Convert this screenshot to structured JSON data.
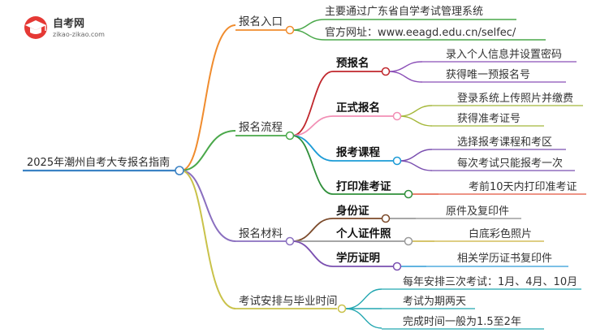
{
  "logo": {
    "title": "自考网",
    "subtitle": "zikao-zikao.com",
    "icon": "graduation-cap-icon"
  },
  "root": {
    "label": "2025年潮州自考大专报名指南"
  },
  "colors": {
    "root": "#3b82c4",
    "entry": "#f08c2e",
    "entry_leaf": "#4aa84a",
    "process": "#4aa84a",
    "pre": "#c0262c",
    "pre_leaf": "#8b4fb7",
    "formal": "#f28fb5",
    "formal_leaf": "#a5b83a",
    "course": "#1c9bd6",
    "course_leaf": "#7a4fb0",
    "print": "#2f8f3a",
    "print_leaf": "#e2553f",
    "materials": "#8a6fbf",
    "id": "#7b4a2a",
    "id_leaf": "#8a8a8a",
    "personal": "#9a9a9a",
    "personal_leaf": "#c9b13a",
    "edu": "#7a4fb0",
    "edu_leaf": "#2d9ad6",
    "schedule": "#c9c24a",
    "schedule_leaf": "#21a6b0"
  },
  "branches": {
    "entry": {
      "label": "报名入口",
      "items": [
        "主要通过广东省自学考试管理系统",
        "官方网址：www.eeagd.edu.cn/selfec/"
      ]
    },
    "process": {
      "label": "报名流程",
      "pre": {
        "label": "预报名",
        "items": [
          "录入个人信息并设置密码",
          "获得唯一预报名号"
        ]
      },
      "formal": {
        "label": "正式报名",
        "items": [
          "登录系统上传照片并缴费",
          "获得准考证号"
        ]
      },
      "course": {
        "label": "报考课程",
        "items": [
          "选择报考课程和考区",
          "每次考试只能报考一次"
        ]
      },
      "print": {
        "label": "打印准考证",
        "items": [
          "考前10天内打印准考证"
        ]
      }
    },
    "materials": {
      "label": "报名材料",
      "id": {
        "label": "身份证",
        "items": [
          "原件及复印件"
        ]
      },
      "personal": {
        "label": "个人证件照",
        "items": [
          "白底彩色照片"
        ]
      },
      "edu": {
        "label": "学历证明",
        "items": [
          "相关学历证书复印件"
        ]
      }
    },
    "schedule": {
      "label": "考试安排与毕业时间",
      "items": [
        "每年安排三次考试：1月、4月、10月",
        "考试为期两天",
        "完成时间一般为1.5至2年"
      ]
    }
  }
}
